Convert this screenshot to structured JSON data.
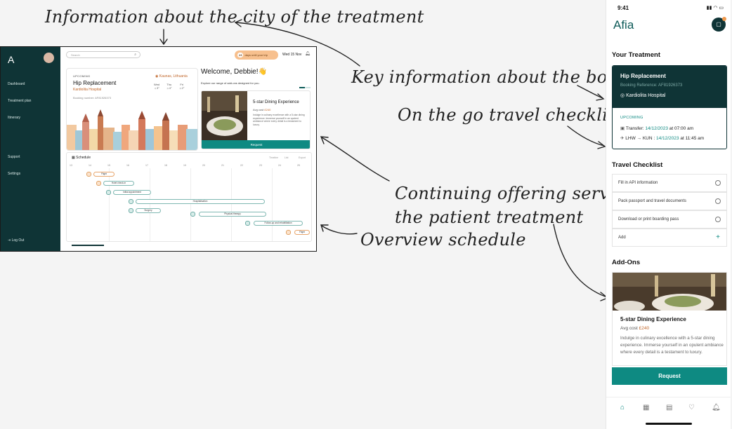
{
  "annotations": {
    "city_info": "Information about the city of the treatment",
    "key_info": "Key information about the booking",
    "checklist": "On the go travel checklist",
    "services_line1": "Continuing offering services du",
    "services_line2": "the patient treatment",
    "overview": "Overview schedule"
  },
  "desktop": {
    "logo": "A",
    "sidebar": [
      "Dashboard",
      "Treatment plan",
      "Itinerary",
      "Support",
      "Settings"
    ],
    "logout": "Log Out",
    "search_placeholder": "Search",
    "days_count": "23",
    "days_label": "days until your trip",
    "date": "Wed 15 Nov",
    "card": {
      "upcoming": "UPCOMING",
      "title": "Hip Replacement",
      "hospital": "Kardiolita Hospital",
      "booking": "Booking number: AF81926373",
      "city": "Kaunas, Lithuania",
      "weather": [
        {
          "day": "Wed",
          "temp": "3°"
        },
        {
          "day": "Thu",
          "temp": "4°"
        },
        {
          "day": "Fri",
          "temp": "2°"
        }
      ]
    },
    "welcome": "Welcome, Debbie!👋",
    "explore": "Explore our range of add-ons designed for you.",
    "addon": {
      "title": "5-star Dining Experience",
      "cost_label": "Avg cost",
      "cost": "£240",
      "desc": "Indulge in culinary excellence with a 5-star dining experience. Immerse yourself in an opulent ambiance where every detail is a testament to luxury.",
      "request": "Request"
    },
    "schedule": {
      "title": "Schedule",
      "controls": [
        "Timeline",
        "List",
        "Export"
      ],
      "days": [
        "13",
        "14",
        "15",
        "16",
        "17",
        "18",
        "19",
        "20",
        "21",
        "22",
        "23",
        "24",
        "25"
      ],
      "events": [
        "Flight",
        "Hotel check-in",
        "Initial appointment",
        "Hospitalisation",
        "Surgery",
        "Physical therapy",
        "Follow-up and rehabilitation",
        "Flight"
      ]
    }
  },
  "mobile": {
    "time": "9:41",
    "logo": "Afia",
    "your_treatment": "Your Treatment",
    "treatment": {
      "title": "Hip Replacement",
      "reference": "Booking Reference: AF81926373",
      "hospital": "Kardiolita Hospital",
      "upcoming": "UPCOMING",
      "transfer_label": "Transfer:",
      "transfer_date": "14/12/2023",
      "transfer_time": "at 07:00 am",
      "flight_label": "LHW → KUN :",
      "flight_date": "14/12/2023",
      "flight_time": "at 11:45 am"
    },
    "checklist_title": "Travel Checklist",
    "checklist": [
      "Fill in API information",
      "Pack passport and travel documents",
      "Download or print boarding pass"
    ],
    "add_label": "Add",
    "addons_title": "Add-Ons",
    "addon": {
      "title": "5-star Dining Experience",
      "cost_label": "Avg cost",
      "cost": "£240",
      "desc": "Indulge in culinary excellence with a 5-star dining experience. Immerse yourself in an opulent ambiance where every detail is a testament to luxury.",
      "request": "Request"
    }
  }
}
